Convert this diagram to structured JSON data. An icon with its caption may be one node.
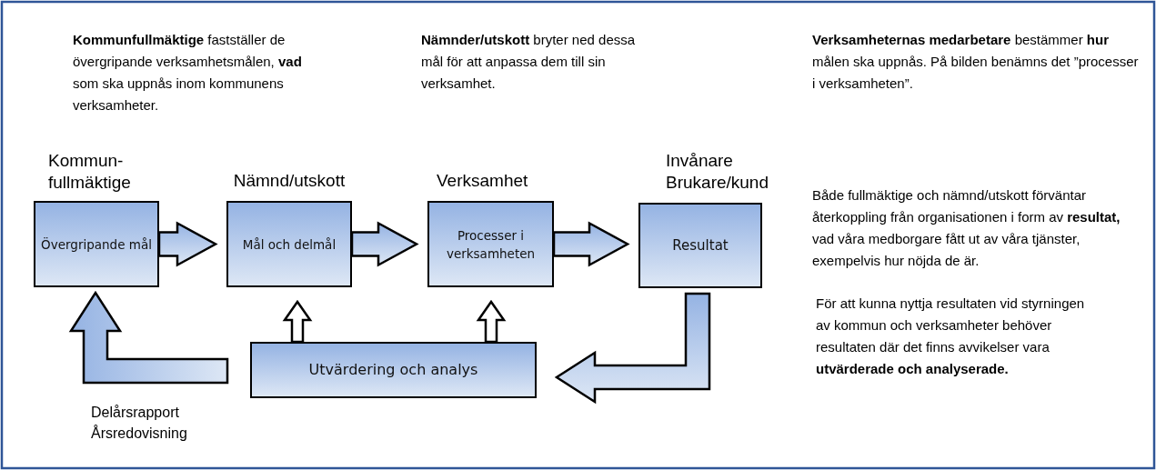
{
  "diagram": {
    "nodes": [
      {
        "text": [
          "Kommun- fullmäktige",
          "Övergripande mål"
        ]
      },
      {
        "text": [
          "Nämnd/utskott",
          "Mål och delmål"
        ]
      },
      {
        "text": [
          "Verksamhet",
          "Processer i verksamheten"
        ]
      },
      {
        "text": [
          "Invånare Brukare/kund",
          "Resultat"
        ]
      },
      {
        "text": [
          "Utvärdering och analys"
        ]
      }
    ],
    "edges": [
      {
        "from": 0,
        "to": 1,
        "arrow": "to"
      },
      {
        "from": 1,
        "to": 2,
        "arrow": "to"
      },
      {
        "from": 2,
        "to": 3,
        "arrow": "to"
      },
      {
        "from": 3,
        "to": 4,
        "arrow": "to"
      },
      {
        "from": 4,
        "to": 1,
        "arrow": "to"
      },
      {
        "from": 4,
        "to": 2,
        "arrow": "to"
      },
      {
        "from": 4,
        "to": 0,
        "arrow": "to",
        "label": "Delårsrapport Årsredovisning"
      }
    ],
    "labels": [
      "**Kommunfullmäktige** fastställer de övergripande verksamhetsmålen, **vad** som ska uppnås inom kommunens verksamheter.",
      "**Nämnder/utskott** bryter ned dessa mål för att anpassa dem till sin verksamhet.",
      "**Verksamheternas medarbetare** bestämmer **hur** målen ska uppnås. På bilden benämns det ”processer i verksamheten”.",
      "Både fullmäktige och nämnd/utskott förväntar återkoppling från organisationen i form av **resultat,** vad våra medborgare fått ut av våra tjänster, exempelvis hur nöjda de är.",
      "För att kunna nyttja resultaten vid styrningen av kommun och verksamheter behöver resultaten där det finns avvikelser vara **utvärderade och analyserade.**"
    ]
  }
}
